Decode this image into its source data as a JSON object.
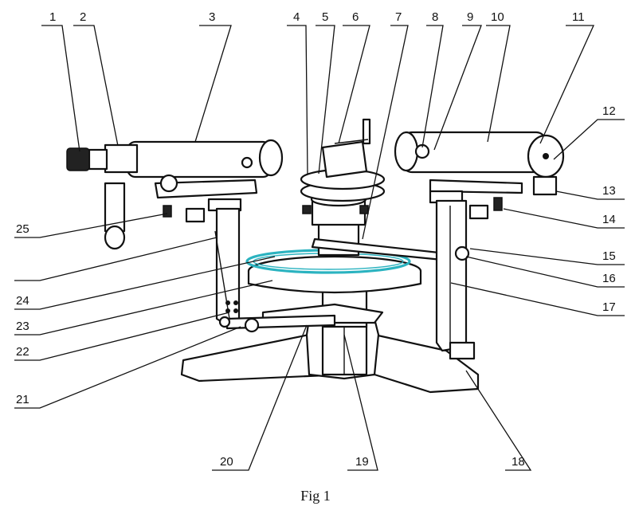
{
  "caption": "Fig 1",
  "callouts": [
    {
      "id": "1",
      "text": "1"
    },
    {
      "id": "2",
      "text": "2"
    },
    {
      "id": "3",
      "text": "3"
    },
    {
      "id": "4",
      "text": "4"
    },
    {
      "id": "5",
      "text": "5"
    },
    {
      "id": "6",
      "text": "6"
    },
    {
      "id": "7",
      "text": "7"
    },
    {
      "id": "8",
      "text": "8"
    },
    {
      "id": "9",
      "text": "9"
    },
    {
      "id": "10",
      "text": "10"
    },
    {
      "id": "11",
      "text": "11"
    },
    {
      "id": "12",
      "text": "12"
    },
    {
      "id": "13",
      "text": "13"
    },
    {
      "id": "14",
      "text": "14"
    },
    {
      "id": "15",
      "text": "15"
    },
    {
      "id": "16",
      "text": "16"
    },
    {
      "id": "17",
      "text": "17"
    },
    {
      "id": "18",
      "text": "18"
    },
    {
      "id": "19",
      "text": "19"
    },
    {
      "id": "20",
      "text": "20"
    },
    {
      "id": "21",
      "text": "21"
    },
    {
      "id": "22",
      "text": "22"
    },
    {
      "id": "23",
      "text": "23"
    },
    {
      "id": "24",
      "text": "24"
    },
    {
      "id": "25",
      "text": "25"
    }
  ],
  "colors": {
    "ink": "#111111",
    "prism_table": "#2bb3c0"
  }
}
